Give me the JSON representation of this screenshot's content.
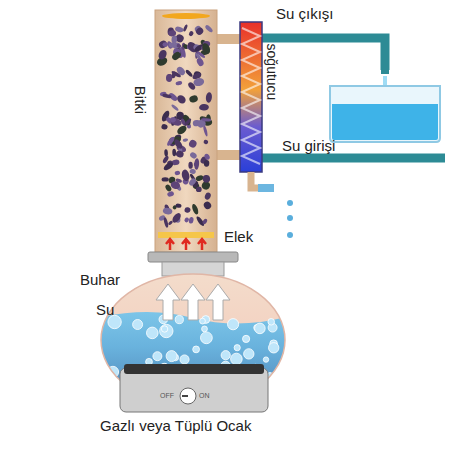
{
  "diagram": {
    "labels": [
      "Su çıkışı",
      "soğutucu",
      "Bitki",
      "Su girişi",
      "Elek",
      "Buhar",
      "Su",
      "Gazlı veya Tüplü Ocak",
      "OFF",
      "ON"
    ]
  }
}
